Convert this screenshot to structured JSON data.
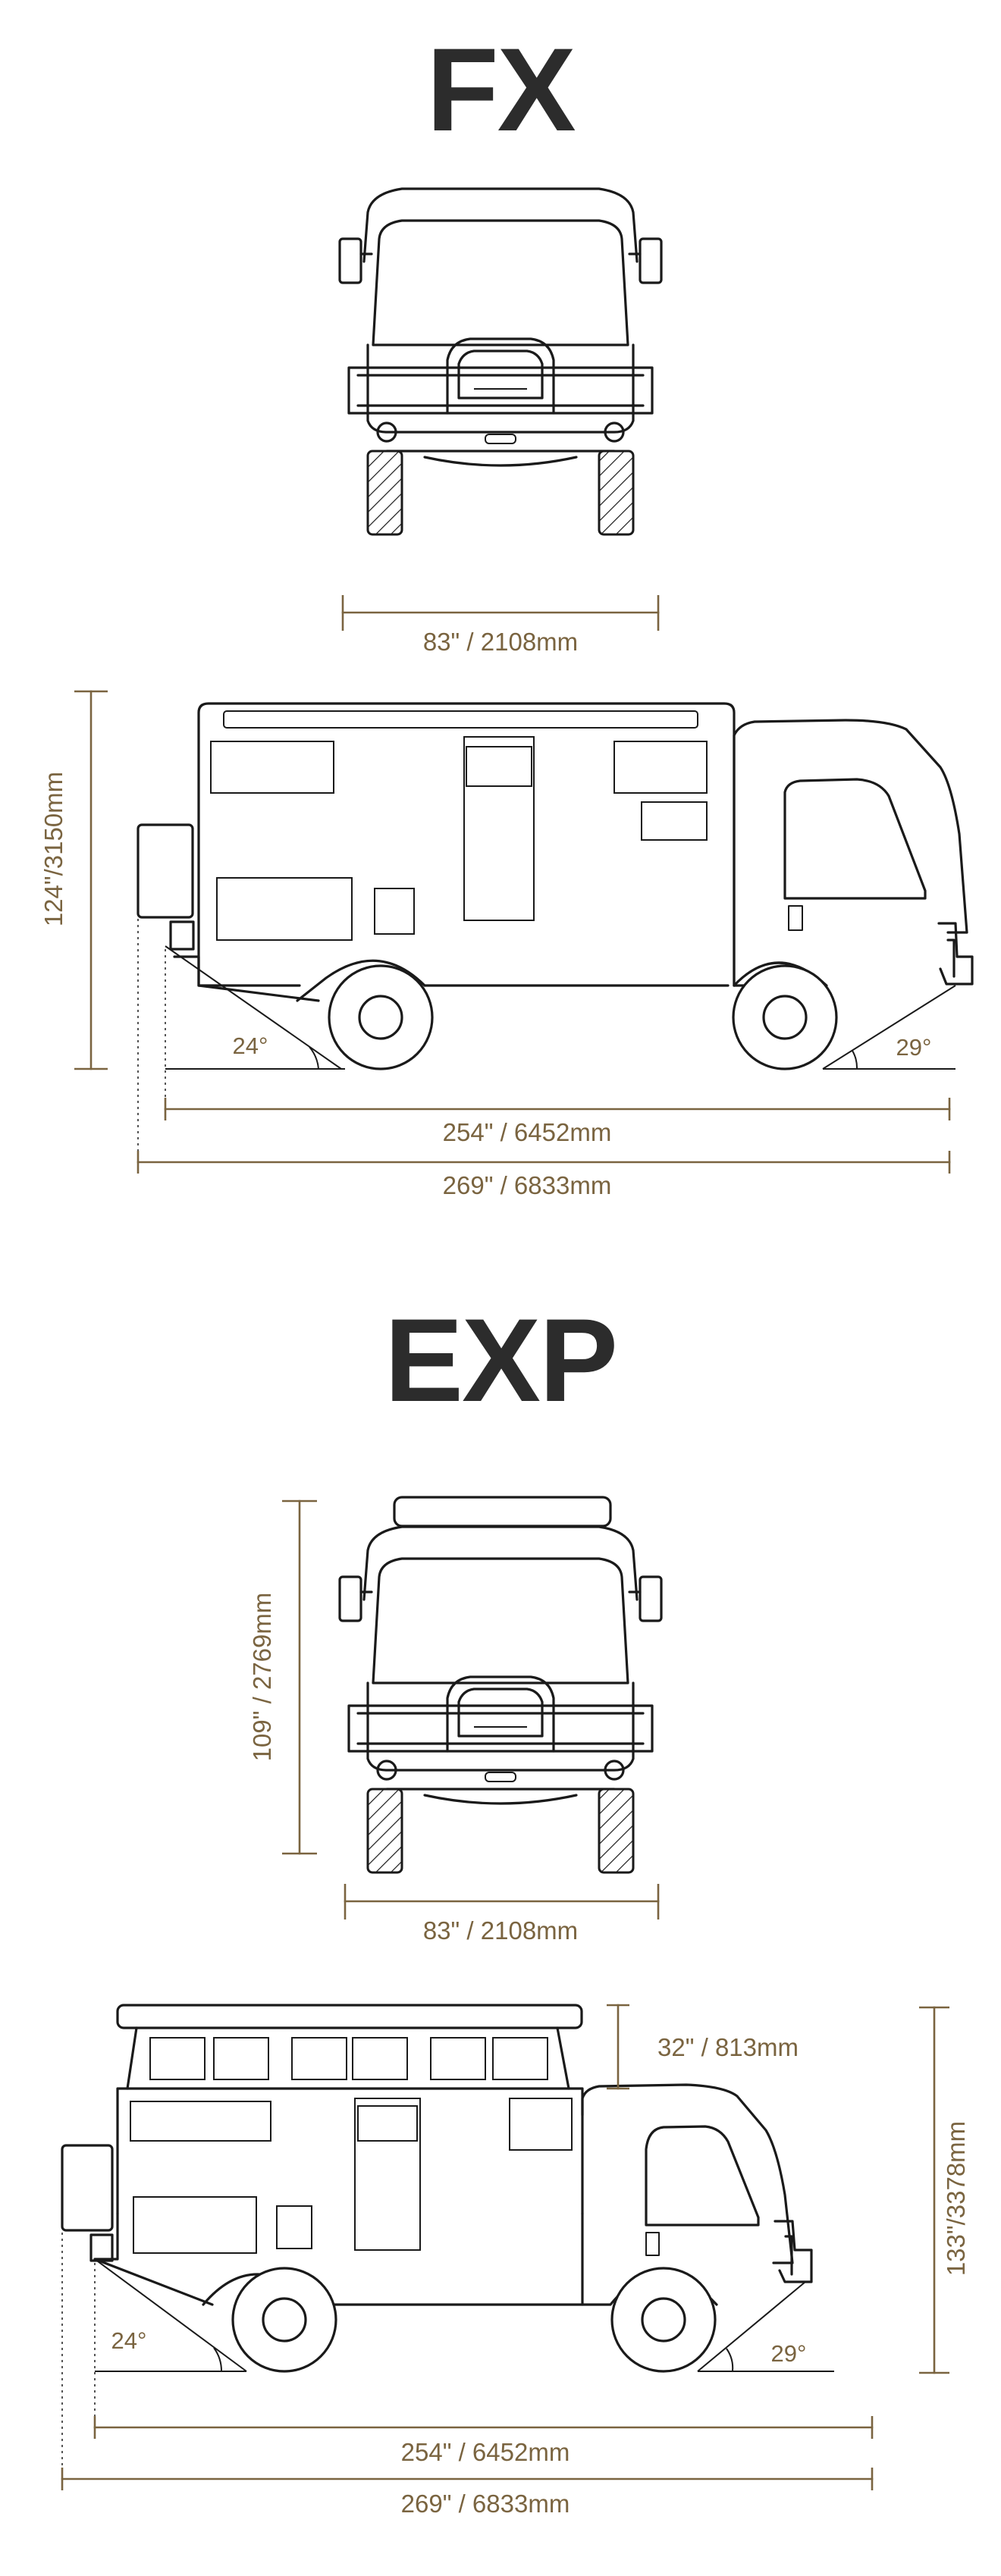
{
  "fx": {
    "title": "FX",
    "front_width": "83\" / 2108mm",
    "height": "124\"/3150mm",
    "rear_angle": "24°",
    "front_angle": "29°",
    "wheelbase_length": "254\" / 6452mm",
    "total_length": "269\" / 6833mm"
  },
  "exp": {
    "title": "EXP",
    "front_height": "109\" / 2769mm",
    "front_width": "83\" / 2108mm",
    "roof_height": "32\" / 813mm",
    "height": "133\"/3378mm",
    "rear_angle": "24°",
    "front_angle": "29°",
    "wheelbase_length": "254\" / 6452mm",
    "total_length": "269\" / 6833mm"
  },
  "colors": {
    "ink": "#1a1a1a",
    "dimension": "#7a6440",
    "title": "#2c2c2c"
  }
}
